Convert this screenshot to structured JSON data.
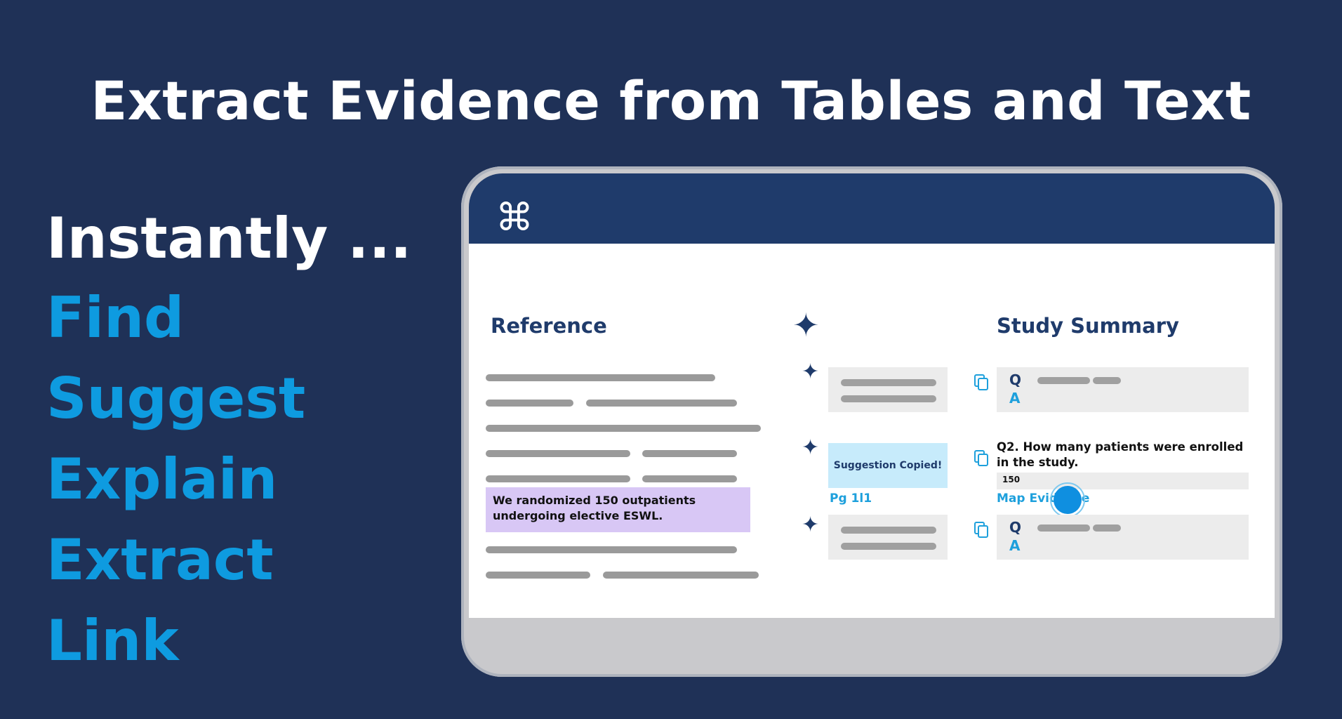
{
  "headline": "Extract Evidence from Tables and Text",
  "intro": "Instantly ...",
  "verbs": [
    "Find",
    "Suggest",
    "Explain",
    "Extract",
    "Link"
  ],
  "app": {
    "logo_glyph": "⌘",
    "reference": {
      "title": "Reference",
      "highlight_text": "We randomized 150 outpatients undergoing elective ESWL."
    },
    "suggestions": {
      "copied_label": "Suggestion Copied!",
      "page_label": "Pg 1l1"
    },
    "summary": {
      "title": "Study Summary",
      "q_label": "Q",
      "a_label": "A",
      "question": "Q2. How many patients were enrolled in the study.",
      "answer_value": "150",
      "evidence_link": "Map Evidence"
    }
  },
  "colors": {
    "background": "#1f3157",
    "accent": "#0e9be0",
    "header": "#1f3b6b",
    "highlight": "#d8c7f5",
    "copied": "#c7ebfb"
  }
}
